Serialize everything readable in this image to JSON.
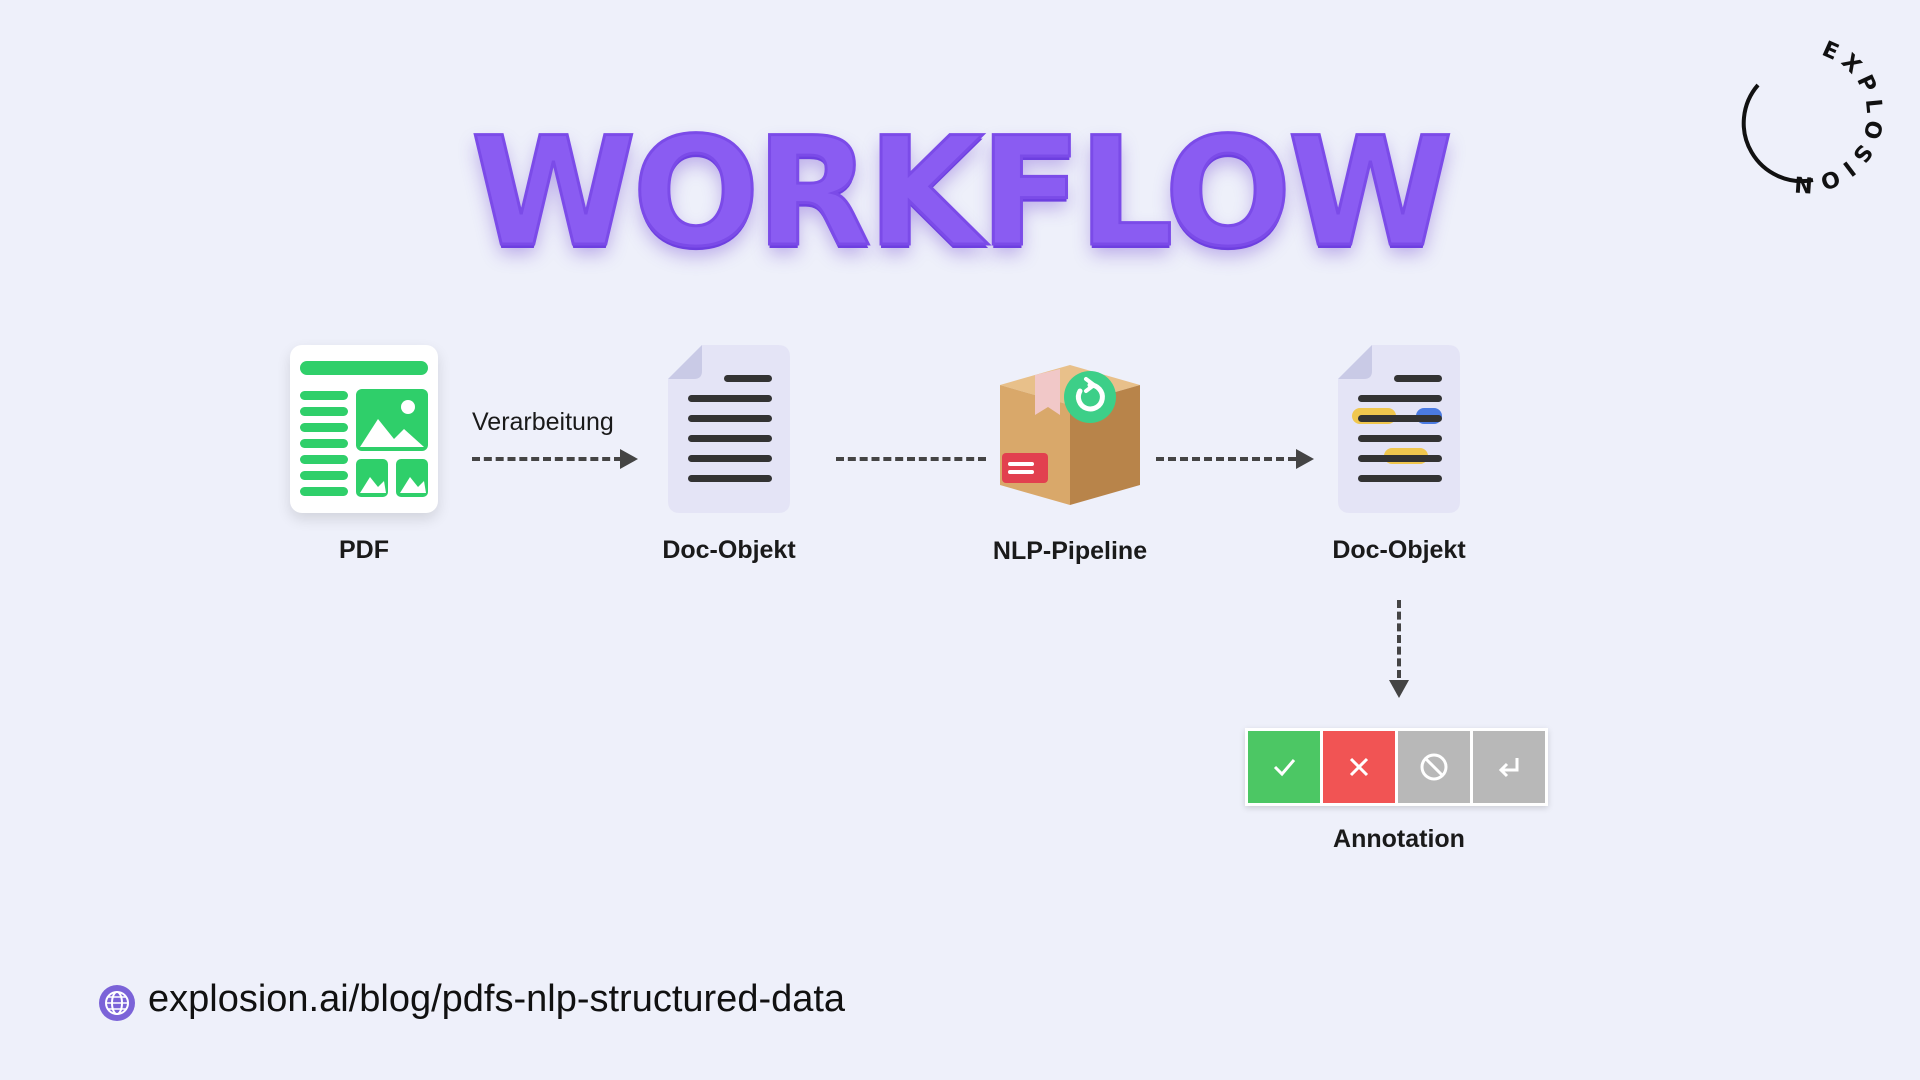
{
  "title": "WORKFLOW",
  "brand": {
    "logo_text": "EXPLOSION"
  },
  "nodes": {
    "pdf": "PDF",
    "doc1": "Doc-Objekt",
    "nlp": "NLP-Pipeline",
    "doc2": "Doc-Objekt",
    "annotation": "Annotation"
  },
  "edges": {
    "processing": "Verarbeitung"
  },
  "annotation_buttons": [
    {
      "icon": "check-icon",
      "color": "#4cc764"
    },
    {
      "icon": "x-icon",
      "color": "#f15454"
    },
    {
      "icon": "ban-icon",
      "color": "#b8b8b8"
    },
    {
      "icon": "return-icon",
      "color": "#b8b8b8"
    }
  ],
  "footer": {
    "url": "explosion.ai/blog/pdfs-nlp-structured-data",
    "icon": "globe-icon"
  },
  "colors": {
    "background": "#eef0fa",
    "title": "#8a5cf2",
    "pdf_green": "#2fcf6a"
  }
}
